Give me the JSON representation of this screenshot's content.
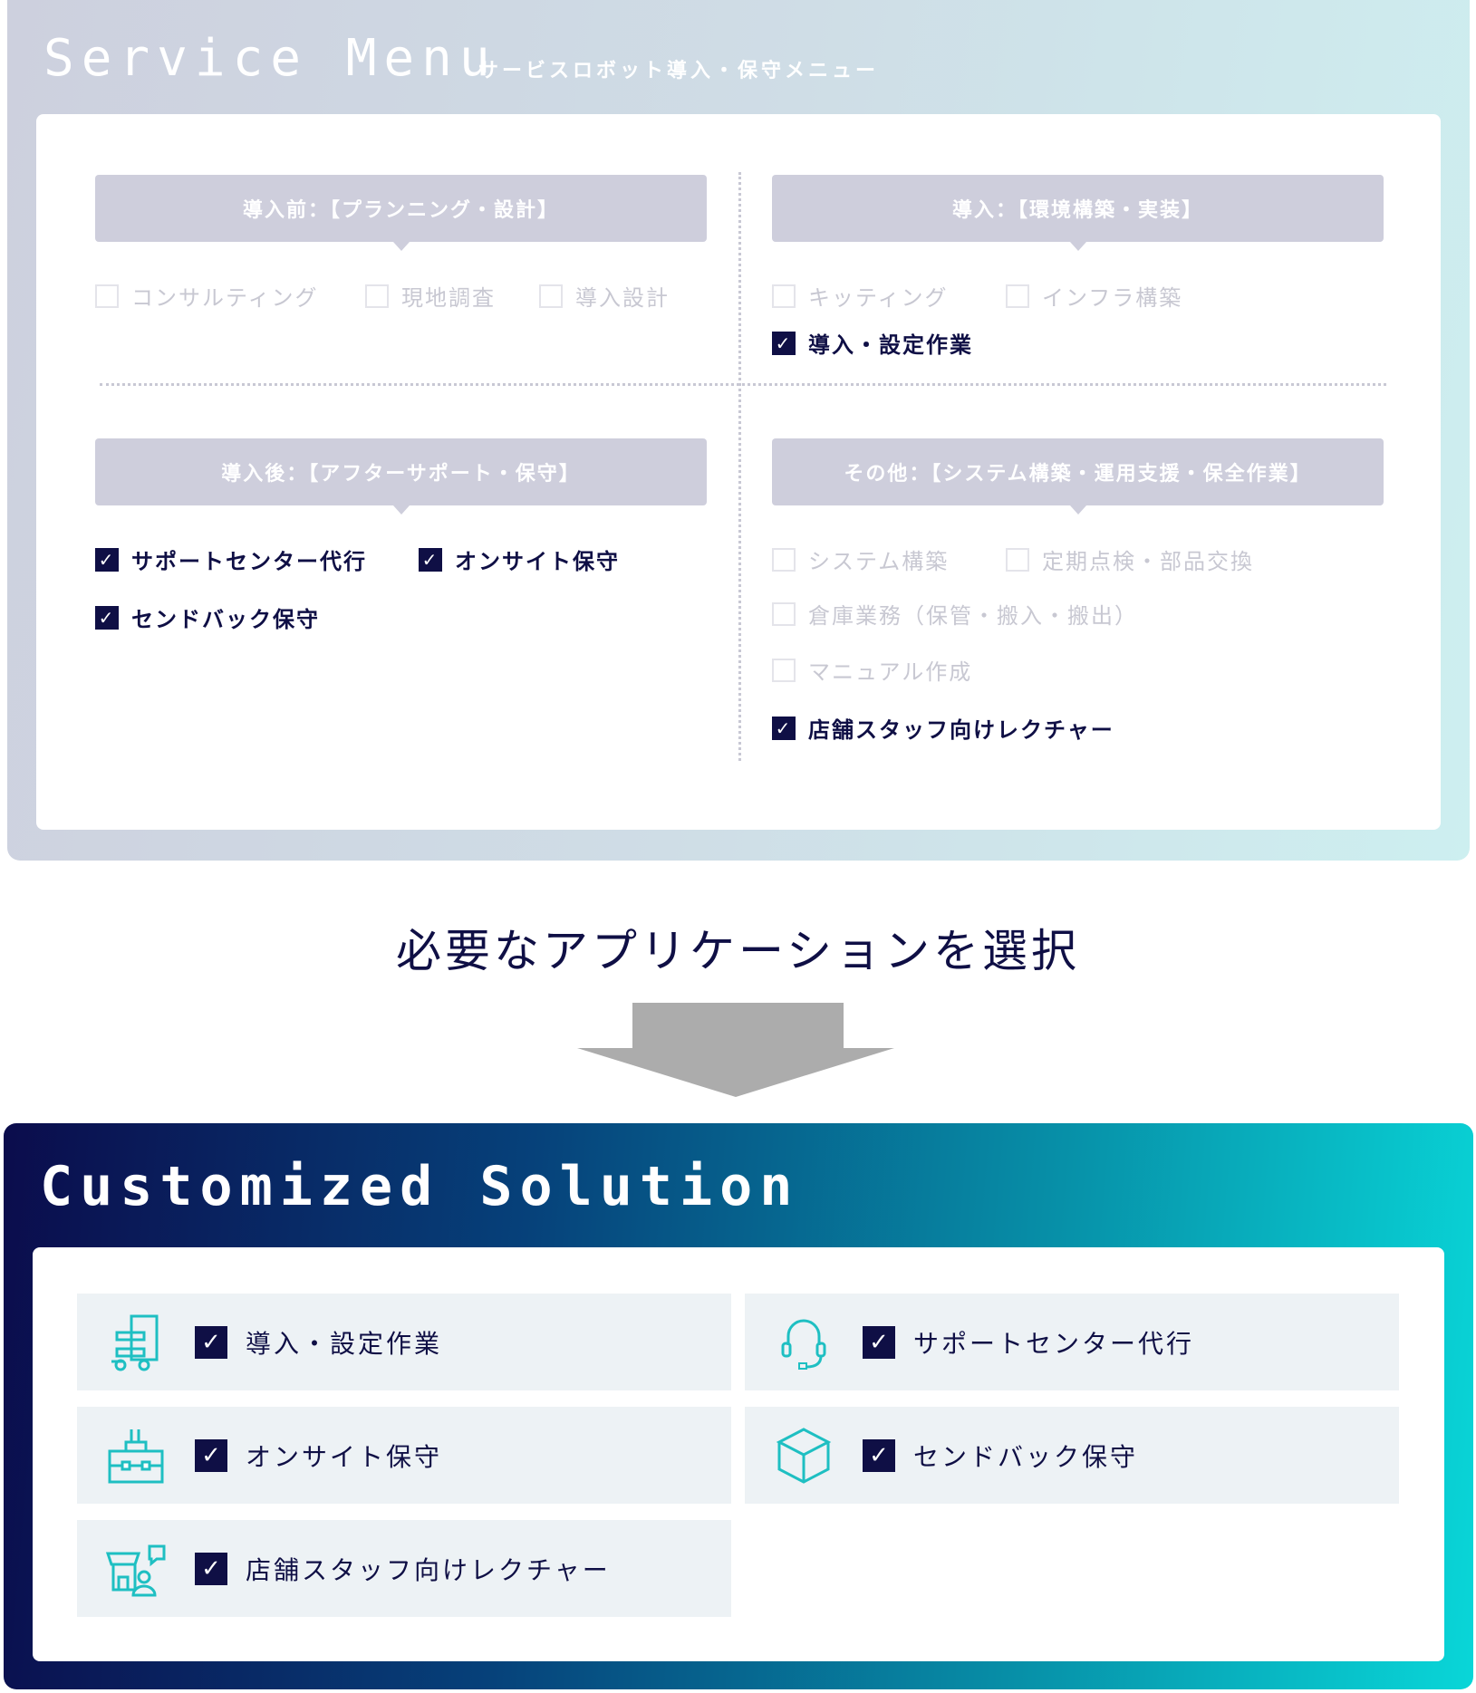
{
  "service_menu": {
    "title": "Service Menu",
    "subtitle": "サービスロボット導入・保守メニュー",
    "sections": [
      {
        "header": "導入前：【プランニング・設計】",
        "items": [
          {
            "label": "コンサルティング",
            "checked": false
          },
          {
            "label": "現地調査",
            "checked": false
          },
          {
            "label": "導入設計",
            "checked": false
          }
        ]
      },
      {
        "header": "導入：【環境構築・実装】",
        "items": [
          {
            "label": "キッティング",
            "checked": false
          },
          {
            "label": "インフラ構築",
            "checked": false
          },
          {
            "label": "導入・設定作業",
            "checked": true
          }
        ]
      },
      {
        "header": "導入後：【アフターサポート・保守】",
        "items": [
          {
            "label": "サポートセンター代行",
            "checked": true
          },
          {
            "label": "オンサイト保守",
            "checked": true
          },
          {
            "label": "センドバック保守",
            "checked": true
          }
        ]
      },
      {
        "header": "その他：【システム構築・運用支援・保全作業】",
        "items": [
          {
            "label": "システム構築",
            "checked": false
          },
          {
            "label": "定期点検・部品交換",
            "checked": false
          },
          {
            "label": "倉庫業務（保管・搬入・搬出）",
            "checked": false
          },
          {
            "label": "マニュアル作成",
            "checked": false
          },
          {
            "label": "店舗スタッフ向けレクチャー",
            "checked": true
          }
        ]
      }
    ]
  },
  "middle": {
    "caption": "必要なアプリケーションを選択",
    "check_mark": "✓"
  },
  "solution": {
    "title": "Customized Solution",
    "items": [
      {
        "label": "導入・設定作業",
        "icon": "robot-cart-icon"
      },
      {
        "label": "サポートセンター代行",
        "icon": "headset-icon"
      },
      {
        "label": "オンサイト保守",
        "icon": "toolbox-icon"
      },
      {
        "label": "センドバック保守",
        "icon": "box-icon"
      },
      {
        "label": "店舗スタッフ向けレクチャー",
        "icon": "store-staff-icon"
      }
    ]
  },
  "colors": {
    "navy": "#0f0f45",
    "teal": "#1ebfc2",
    "header_gray": "#cecedc"
  }
}
